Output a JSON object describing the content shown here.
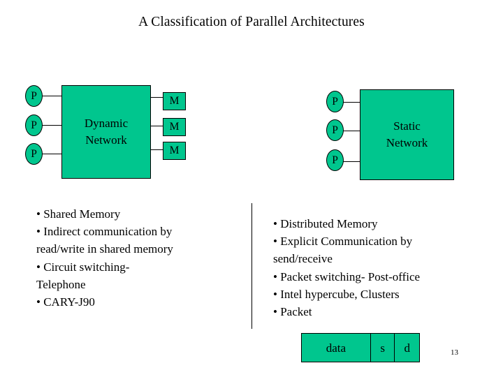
{
  "slide": {
    "title": "A Classification of Parallel Architectures",
    "page_number": "13",
    "accent_fill": "#00C68E",
    "stroke_color": "#000000",
    "background": "#FFFFFF"
  },
  "left_diagram": {
    "name": "shared-memory-architecture",
    "processors": [
      {
        "label": "P"
      },
      {
        "label": "P"
      },
      {
        "label": "P"
      }
    ],
    "network": {
      "label": "Dynamic\nNetwork",
      "line1": "Dynamic",
      "line2": "Network"
    },
    "memories": [
      {
        "label": "M"
      },
      {
        "label": "M"
      },
      {
        "label": "M"
      }
    ]
  },
  "right_diagram": {
    "name": "distributed-memory-architecture",
    "processors": [
      {
        "label": "P"
      },
      {
        "label": "P"
      },
      {
        "label": "P"
      }
    ],
    "network": {
      "label": "Static\nNetwork",
      "line1": "Static",
      "line2": "Network"
    }
  },
  "left_notes": {
    "lines": [
      "• Shared Memory",
      "• Indirect communication by",
      "read/write in shared memory",
      "• Circuit switching-",
      "Telephone",
      "• CARY-J90"
    ]
  },
  "right_notes": {
    "lines": [
      "• Distributed Memory",
      "• Explicit Communication by",
      "send/receive",
      "• Packet switching- Post-office",
      "• Intel hypercube, Clusters",
      "• Packet"
    ]
  },
  "packet_figure": {
    "cells": [
      {
        "label": "data"
      },
      {
        "label": "s"
      },
      {
        "label": "d"
      }
    ]
  }
}
